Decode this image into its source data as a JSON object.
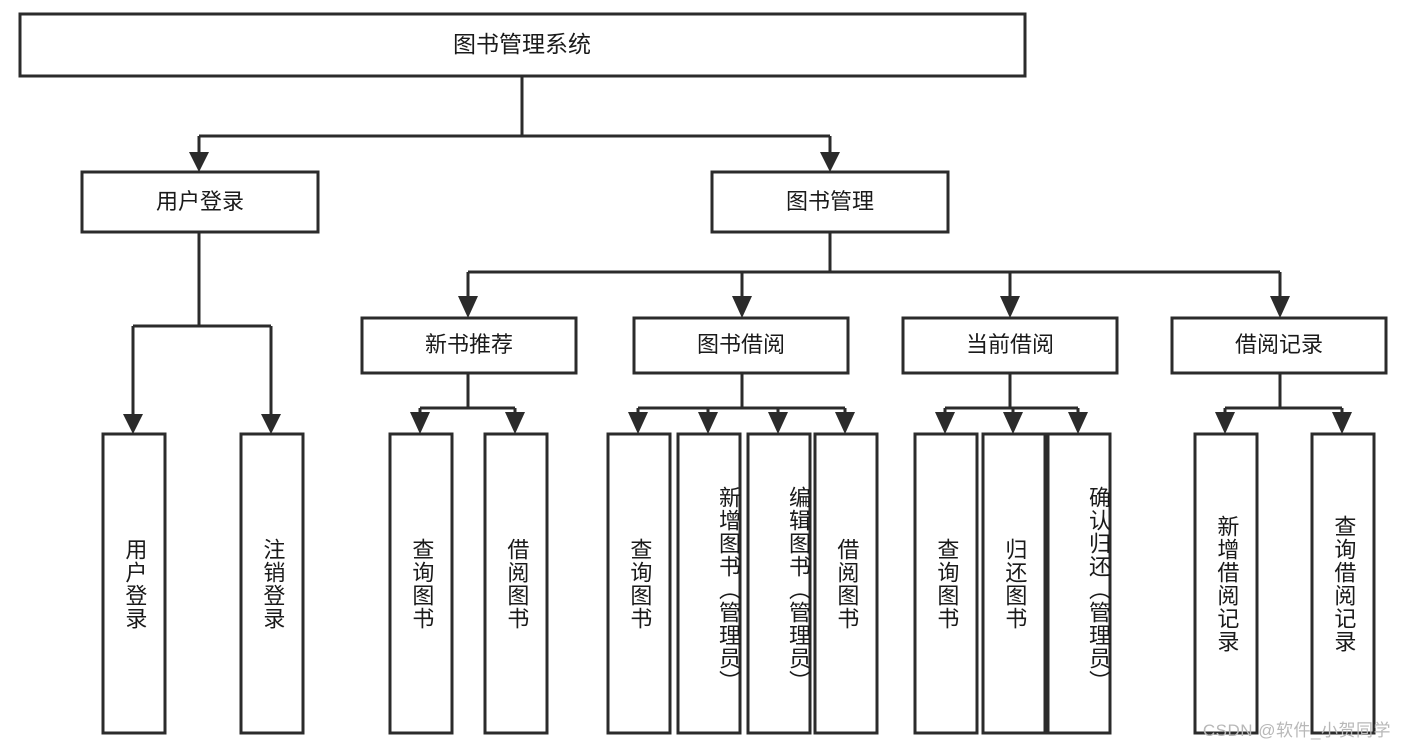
{
  "diagram": {
    "type": "tree",
    "title": "图书管理系统",
    "watermark": "CSDN @软件_小贺同学",
    "colors": {
      "box_stroke": "#2b2b2b",
      "box_fill": "#ffffff",
      "text": "#1a1a1a",
      "watermark": "#b8b8b8",
      "background": "#ffffff"
    },
    "root": {
      "label": "图书管理系统"
    },
    "level2": [
      {
        "id": "user-login",
        "label": "用户登录"
      },
      {
        "id": "book-management",
        "label": "图书管理"
      }
    ],
    "level3": [
      {
        "id": "new-book-recommend",
        "label": "新书推荐",
        "parent": "book-management"
      },
      {
        "id": "book-borrow",
        "label": "图书借阅",
        "parent": "book-management"
      },
      {
        "id": "current-borrow",
        "label": "当前借阅",
        "parent": "book-management"
      },
      {
        "id": "borrow-record",
        "label": "借阅记录",
        "parent": "book-management"
      }
    ],
    "leaves": [
      {
        "id": "leaf-user-login",
        "label": "用户登录",
        "parent": "user-login"
      },
      {
        "id": "leaf-logout",
        "label": "注销登录",
        "parent": "user-login"
      },
      {
        "id": "leaf-query-book-1",
        "label": "查询图书",
        "parent": "new-book-recommend"
      },
      {
        "id": "leaf-borrow-book-1",
        "label": "借阅图书",
        "parent": "new-book-recommend"
      },
      {
        "id": "leaf-query-book-2",
        "label": "查询图书",
        "parent": "book-borrow"
      },
      {
        "id": "leaf-add-book",
        "label": "新增图书（管理员）",
        "parent": "book-borrow"
      },
      {
        "id": "leaf-edit-book",
        "label": "编辑图书（管理员）",
        "parent": "book-borrow"
      },
      {
        "id": "leaf-borrow-book-2",
        "label": "借阅图书",
        "parent": "book-borrow"
      },
      {
        "id": "leaf-query-book-3",
        "label": "查询图书",
        "parent": "current-borrow"
      },
      {
        "id": "leaf-return-book",
        "label": "归还图书",
        "parent": "current-borrow"
      },
      {
        "id": "leaf-confirm-return",
        "label": "确认归还（管理员）",
        "parent": "current-borrow"
      },
      {
        "id": "leaf-add-record",
        "label": "新增借阅记录",
        "parent": "borrow-record"
      },
      {
        "id": "leaf-query-record",
        "label": "查询借阅记录",
        "parent": "borrow-record"
      }
    ]
  }
}
